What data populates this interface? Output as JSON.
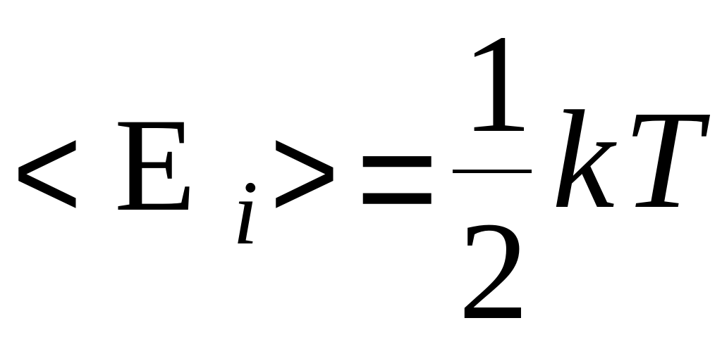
{
  "equation": {
    "open_bracket": "<",
    "symbol": "E",
    "subscript": "i",
    "close_bracket": ">",
    "equals": "=",
    "numerator": "1",
    "denominator": "2",
    "constant": "k",
    "temperature": "T"
  },
  "colors": {
    "ink": "#000000",
    "background": "#ffffff"
  }
}
